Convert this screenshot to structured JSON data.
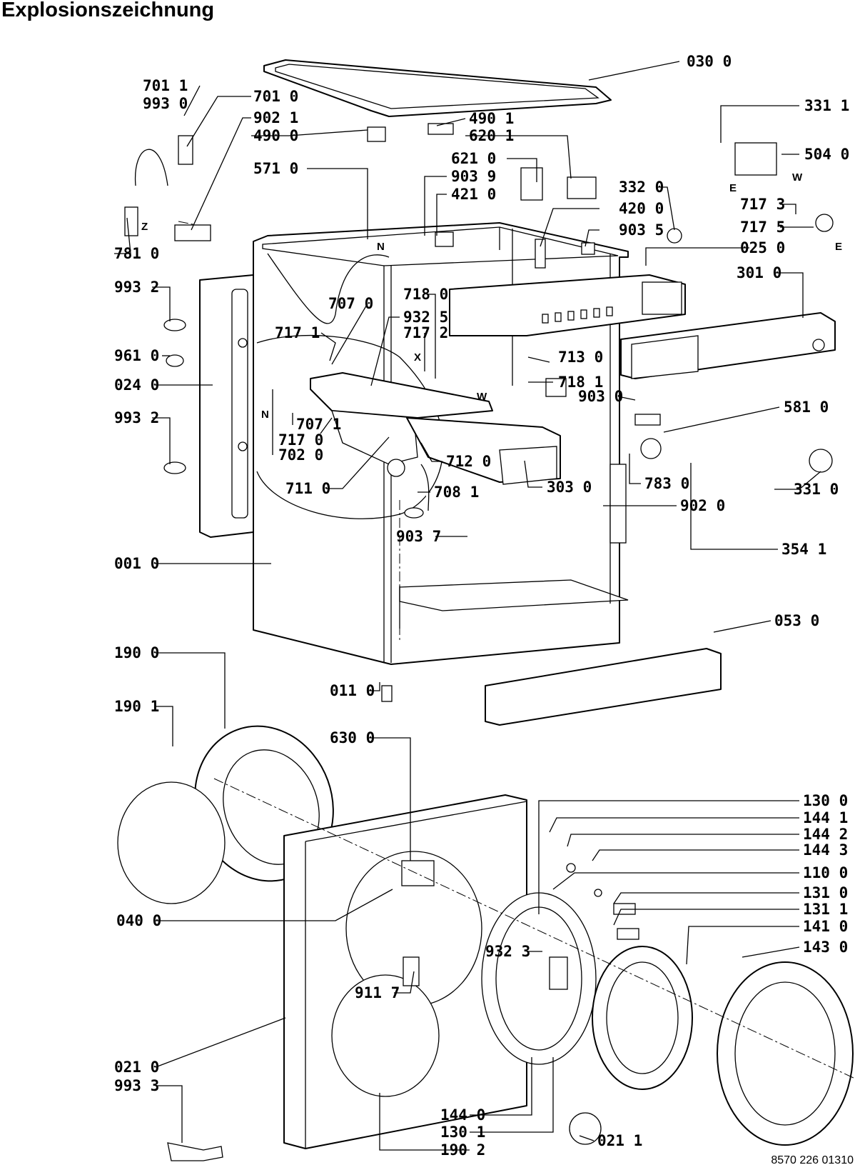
{
  "title": "Explosionszeichnung",
  "document_number": "8570 226 01310",
  "part_labels": [
    {
      "id": "030_0",
      "text": "030 0"
    },
    {
      "id": "331_1_top",
      "text": "331 1"
    },
    {
      "id": "504_0",
      "text": "504 0"
    },
    {
      "id": "701_1",
      "text": "701 1"
    },
    {
      "id": "993_0",
      "text": "993 0"
    },
    {
      "id": "701_0",
      "text": "701 0"
    },
    {
      "id": "902_1",
      "text": "902 1"
    },
    {
      "id": "490_0",
      "text": "490 0"
    },
    {
      "id": "490_1",
      "text": "490 1"
    },
    {
      "id": "620_1",
      "text": "620 1"
    },
    {
      "id": "621_0",
      "text": "621 0"
    },
    {
      "id": "903_9",
      "text": "903 9"
    },
    {
      "id": "421_0",
      "text": "421 0"
    },
    {
      "id": "571_0",
      "text": "571 0"
    },
    {
      "id": "332_0",
      "text": "332 0"
    },
    {
      "id": "420_0",
      "text": "420 0"
    },
    {
      "id": "903_5",
      "text": "903 5"
    },
    {
      "id": "717_3",
      "text": "717 3"
    },
    {
      "id": "717_5",
      "text": "717 5"
    },
    {
      "id": "025_0",
      "text": "025 0"
    },
    {
      "id": "301_0",
      "text": "301 0"
    },
    {
      "id": "781_0",
      "text": "781 0"
    },
    {
      "id": "993_2_a",
      "text": "993 2"
    },
    {
      "id": "707_0",
      "text": "707 0"
    },
    {
      "id": "718_0",
      "text": "718 0"
    },
    {
      "id": "932_5",
      "text": "932 5"
    },
    {
      "id": "717_1",
      "text": "717 1"
    },
    {
      "id": "717_2",
      "text": "717 2"
    },
    {
      "id": "961_0",
      "text": "961 0"
    },
    {
      "id": "024_0",
      "text": "024 0"
    },
    {
      "id": "713_0",
      "text": "713 0"
    },
    {
      "id": "718_1",
      "text": "718 1"
    },
    {
      "id": "903_0",
      "text": "903 0"
    },
    {
      "id": "993_2_b",
      "text": "993 2"
    },
    {
      "id": "707_1",
      "text": "707 1"
    },
    {
      "id": "717_0",
      "text": "717 0"
    },
    {
      "id": "702_0",
      "text": "702 0"
    },
    {
      "id": "712_0",
      "text": "712 0"
    },
    {
      "id": "581_0",
      "text": "581 0"
    },
    {
      "id": "711_0",
      "text": "711 0"
    },
    {
      "id": "708_1",
      "text": "708 1"
    },
    {
      "id": "303_0",
      "text": "303 0"
    },
    {
      "id": "783_0",
      "text": "783 0"
    },
    {
      "id": "331_0",
      "text": "331 0"
    },
    {
      "id": "902_0",
      "text": "902 0"
    },
    {
      "id": "903_7",
      "text": "903 7"
    },
    {
      "id": "354_1",
      "text": "354 1"
    },
    {
      "id": "001_0",
      "text": "001 0"
    },
    {
      "id": "053_0",
      "text": "053 0"
    },
    {
      "id": "190_0",
      "text": "190 0"
    },
    {
      "id": "011_0",
      "text": "011 0"
    },
    {
      "id": "190_1",
      "text": "190 1"
    },
    {
      "id": "630_0",
      "text": "630 0"
    },
    {
      "id": "130_0",
      "text": "130 0"
    },
    {
      "id": "144_1",
      "text": "144 1"
    },
    {
      "id": "144_2",
      "text": "144 2"
    },
    {
      "id": "144_3",
      "text": "144 3"
    },
    {
      "id": "110_0",
      "text": "110 0"
    },
    {
      "id": "040_0",
      "text": "040 0"
    },
    {
      "id": "131_0",
      "text": "131 0"
    },
    {
      "id": "131_1",
      "text": "131 1"
    },
    {
      "id": "141_0",
      "text": "141 0"
    },
    {
      "id": "932_3",
      "text": "932 3"
    },
    {
      "id": "143_0",
      "text": "143 0"
    },
    {
      "id": "911_7",
      "text": "911 7"
    },
    {
      "id": "021_0",
      "text": "021 0"
    },
    {
      "id": "993_3",
      "text": "993 3"
    },
    {
      "id": "144_0",
      "text": "144 0"
    },
    {
      "id": "130_1",
      "text": "130 1"
    },
    {
      "id": "021_1",
      "text": "021 1"
    },
    {
      "id": "190_2",
      "text": "190 2"
    }
  ],
  "markers": [
    {
      "id": "N_1",
      "text": "N"
    },
    {
      "id": "N_2",
      "text": "N"
    },
    {
      "id": "E_1",
      "text": "E"
    },
    {
      "id": "E_2",
      "text": "E"
    },
    {
      "id": "W_1",
      "text": "W"
    },
    {
      "id": "W_2",
      "text": "W"
    },
    {
      "id": "X",
      "text": "X"
    },
    {
      "id": "Z",
      "text": "Z"
    }
  ]
}
